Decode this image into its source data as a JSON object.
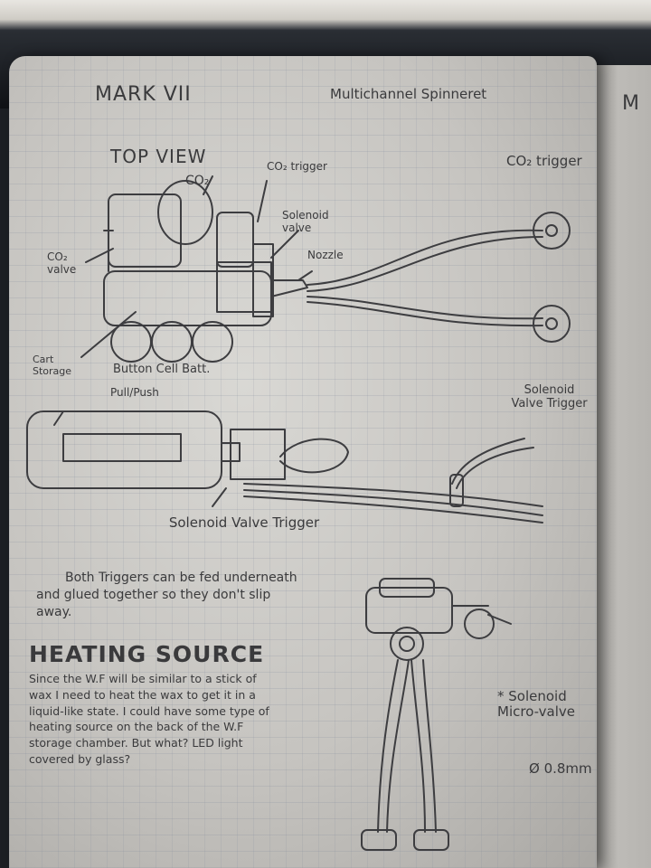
{
  "notebook": {
    "header_left": "MARK VII",
    "header_right": "Multichannel Spinneret",
    "edge_text": "M"
  },
  "top_view": {
    "title": "TOP VIEW",
    "labels": {
      "co2": "CO₂",
      "co2_trigger": "CO₂ trigger",
      "solenoid_valve": "Solenoid valve",
      "nozzle": "Nozzle",
      "co2_valve": "CO₂ valve",
      "cart_storage": "Cart Storage",
      "button_cell_batt": "Button Cell Batt.",
      "co2_trigger_remote": "CO₂ trigger",
      "solenoid_valve_trigger": "Solenoid Valve Trigger"
    }
  },
  "side_view": {
    "push_label": "Pull/Push",
    "trigger_label": "Solenoid Valve Trigger"
  },
  "notes": {
    "triggers_note": "Both Triggers can be fed underneath and glued together so they don't slip away.",
    "heating_title": "HEATING SOURCE",
    "heating_body": "Since the W.F will be similar to a stick of wax I need to heat the wax to get it in a liquid-like state. I could have some type of heating source on the back of the W.F storage chamber. But what? LED light covered by glass?",
    "solenoid_note": "* Solenoid Micro-valve",
    "diameter_note": "Ø 0.8mm"
  },
  "colors": {
    "pencil": "#3a3a3c",
    "paper": "#cfcdc9",
    "background": "#1c1f24"
  }
}
